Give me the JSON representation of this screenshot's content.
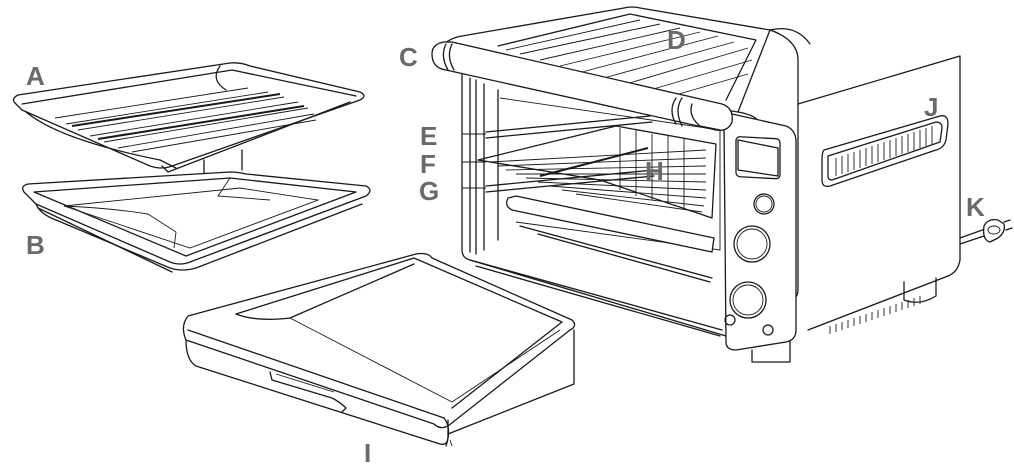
{
  "diagram": {
    "type": "product-parts-diagram",
    "subject": "countertop oven with accessories",
    "line_color": "#1a1a1a",
    "label_color": "#6a6a6a",
    "background": "#ffffff",
    "callouts": [
      {
        "id": "A",
        "label": "A",
        "part": "broil-rack"
      },
      {
        "id": "B",
        "label": "B",
        "part": "baking-pan"
      },
      {
        "id": "C",
        "label": "C",
        "part": "door-handle"
      },
      {
        "id": "D",
        "label": "D",
        "part": "top-surface"
      },
      {
        "id": "E",
        "label": "E",
        "part": "upper-rack-position"
      },
      {
        "id": "F",
        "label": "F",
        "part": "middle-rack-position"
      },
      {
        "id": "G",
        "label": "G",
        "part": "lower-rack-position"
      },
      {
        "id": "H",
        "label": "H",
        "part": "wire-rack"
      },
      {
        "id": "I",
        "label": "I",
        "part": "crumb-tray"
      },
      {
        "id": "J",
        "label": "J",
        "part": "side-vent"
      },
      {
        "id": "K",
        "label": "K",
        "part": "power-cord"
      }
    ]
  }
}
